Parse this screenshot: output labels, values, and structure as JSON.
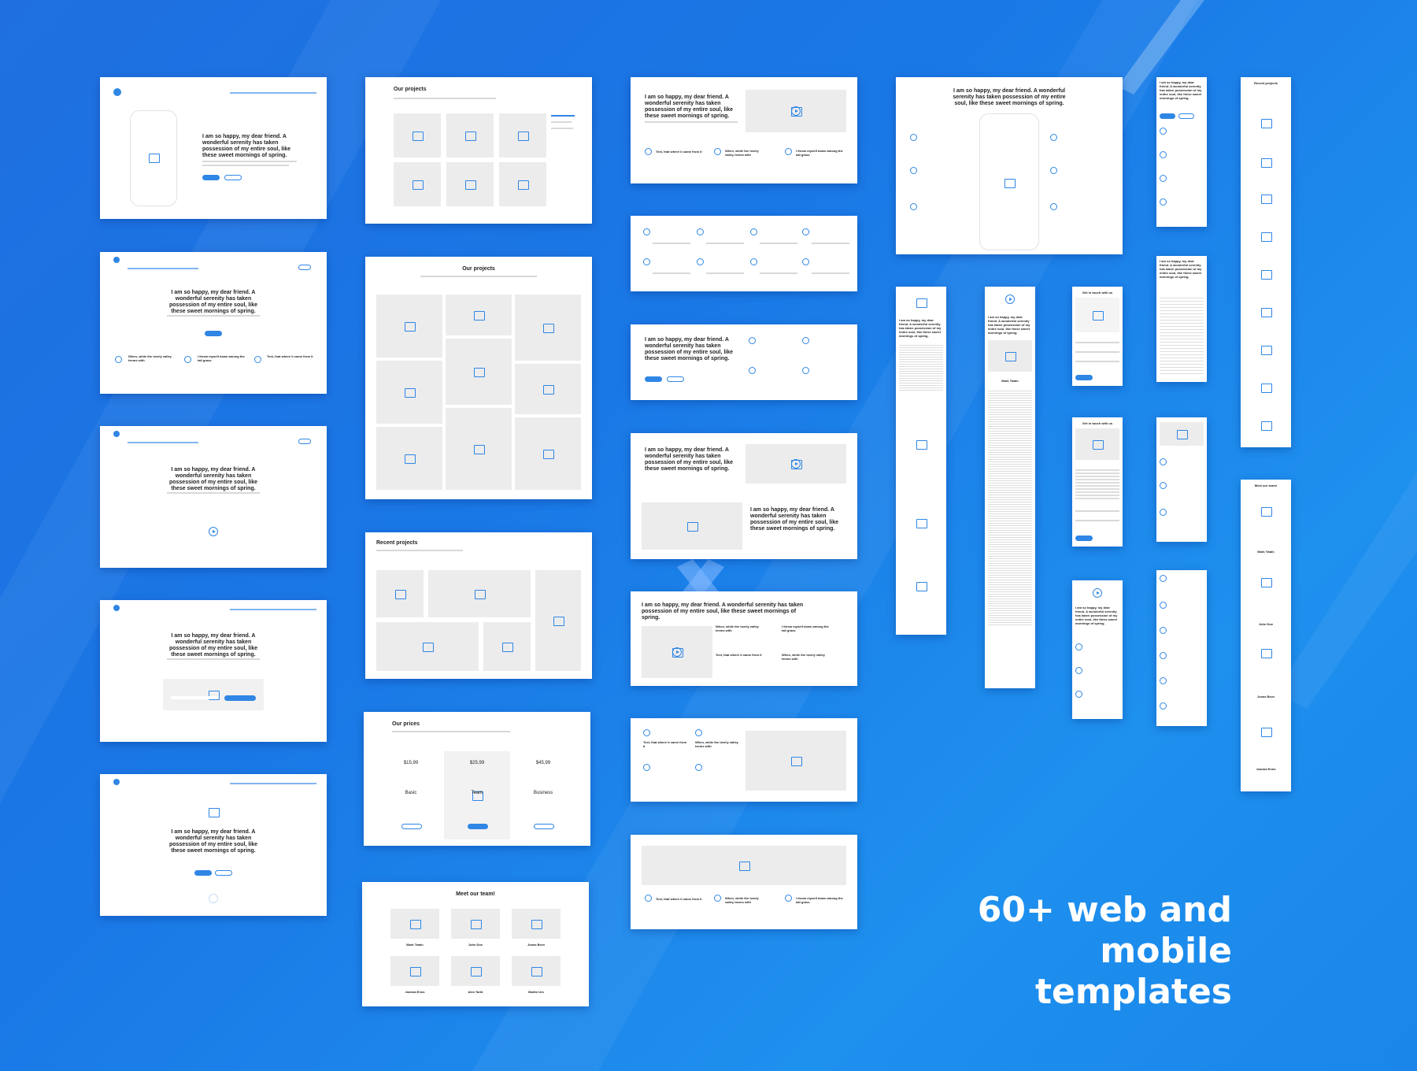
{
  "caption": {
    "line1": "60+ web and",
    "line2": "mobile templates"
  },
  "template_texts": {
    "hero_heading": "I am so happy, my dear friend. A wonderful serenity has taken possession of my entire soul, like these sweet mornings of spring.",
    "our_projects": "Our projects",
    "recent_projects": "Recent projects",
    "our_prices": "Our prices",
    "meet_team": "Meet our team!",
    "get_in_touch": "Get in touch with us",
    "feature_1": "When, while the lovely valley teems with",
    "feature_2": "I throw myself down among the tall grass",
    "feature_3": "Text, that where it came from it",
    "plan_basic": "Basic",
    "plan_team": "Team",
    "plan_business": "Business",
    "price_basic": "$15,99",
    "price_team": "$25,99",
    "price_business": "$45,99",
    "member_1": "Mark Twain",
    "member_2": "John Doe",
    "member_3": "Jonas Brun",
    "member_4": "Joanna Enns",
    "member_5": "Alex Tarkt",
    "member_6": "Martin Urs"
  },
  "colors": {
    "background": "#1f78e6",
    "accent": "#2f86e5",
    "card": "#ffffff",
    "placeholder": "#ececec"
  }
}
